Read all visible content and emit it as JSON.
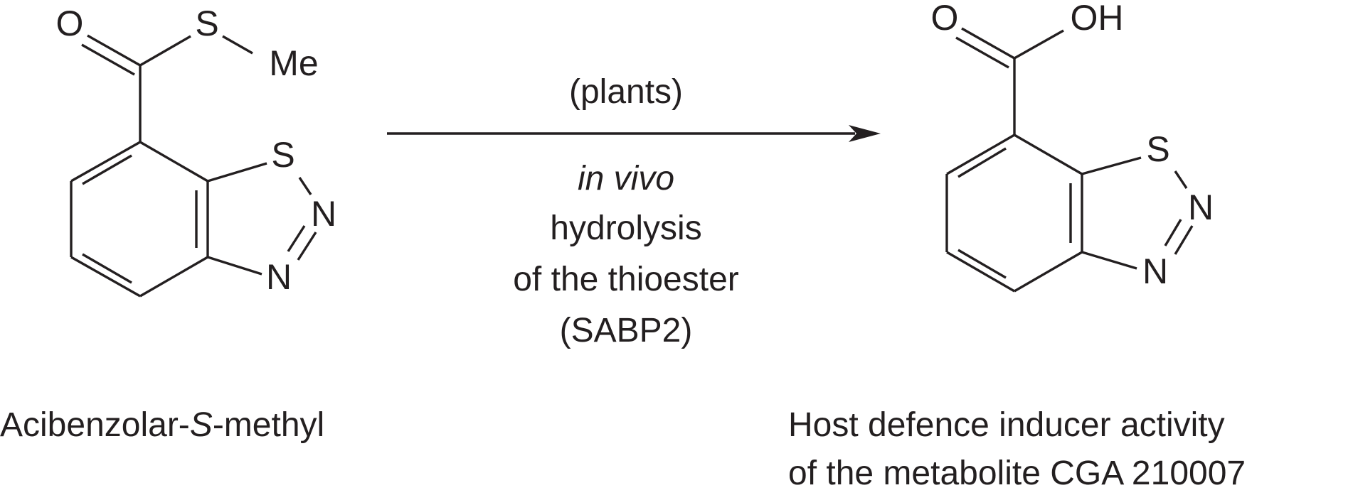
{
  "reactant": {
    "atoms": {
      "carbonyl_o": "O",
      "thio_s": "S",
      "methyl": "Me",
      "ring_s": "S",
      "ring_n1": "N",
      "ring_n2": "N"
    },
    "name_prefix": "Acibenzolar-",
    "name_italic": "S",
    "name_suffix": "-methyl"
  },
  "conditions": {
    "above_arrow": "(plants)",
    "line1_italic": "in vivo",
    "line2": "hydrolysis",
    "line3": "of the thioester",
    "line4": "(SABP2)"
  },
  "product": {
    "atoms": {
      "carbonyl_o": "O",
      "hydroxyl": "OH",
      "ring_s": "S",
      "ring_n1": "N",
      "ring_n2": "N"
    },
    "caption_line1": "Host defence inducer activity",
    "caption_line2": "of the metabolite CGA 210007"
  }
}
